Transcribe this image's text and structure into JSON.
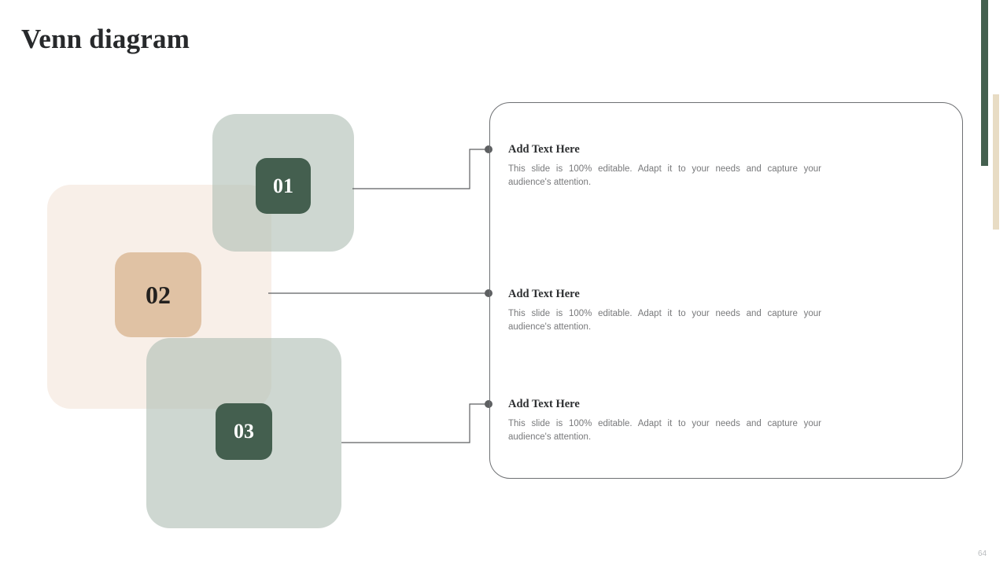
{
  "slide": {
    "title": "Venn diagram",
    "page_number": "64",
    "background_color": "#ffffff"
  },
  "accents": {
    "green_bar_color": "#44604f",
    "beige_bar_color": "#e8dcc4"
  },
  "venn": {
    "shapes": [
      {
        "id": "shape-1",
        "fill": "rgba(176,190,181,0.62)"
      },
      {
        "id": "shape-2",
        "fill": "rgba(233,205,184,0.33)"
      },
      {
        "id": "shape-3",
        "fill": "rgba(176,190,181,0.62)"
      }
    ],
    "badges": [
      {
        "label": "01",
        "background": "#445f4f",
        "text_color": "#ffffff"
      },
      {
        "label": "02",
        "background": "#e0c2a4",
        "text_color": "#24211f"
      },
      {
        "label": "03",
        "background": "#445f4f",
        "text_color": "#ffffff"
      }
    ]
  },
  "connectors": {
    "line_color": "#5d5f61",
    "dot_color": "#5d5f61"
  },
  "card": {
    "border_color": "#6e7073",
    "blocks": [
      {
        "heading": "Add Text Here",
        "body": "This slide is 100% editable. Adapt it to your needs and capture your audience's attention."
      },
      {
        "heading": "Add Text Here",
        "body": "This slide is 100% editable. Adapt it to your needs and capture your audience's attention."
      },
      {
        "heading": "Add Text Here",
        "body": "This slide is 100% editable. Adapt it to your needs and capture your audience's attention."
      }
    ]
  }
}
